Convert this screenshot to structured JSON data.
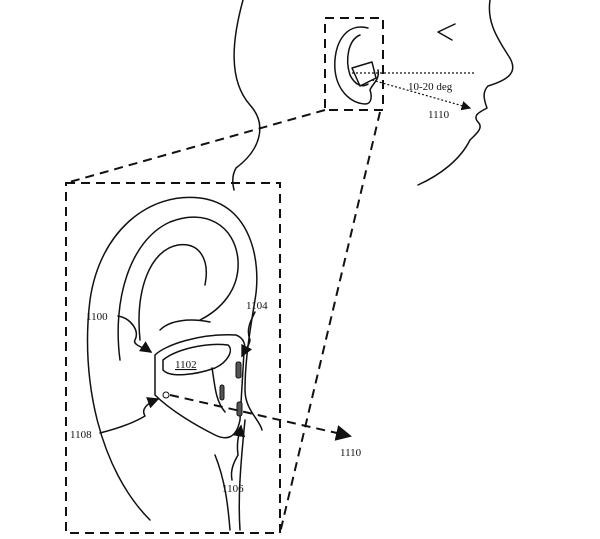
{
  "figure": {
    "top_view": {
      "angle_label": "10-20 deg",
      "direction_label": "1110"
    },
    "detail_view": {
      "labels": {
        "device": "1100",
        "housing": "1102",
        "sensor_top": "1104",
        "sensor_bottom": "1106",
        "port": "1108",
        "direction": "1110"
      }
    }
  }
}
